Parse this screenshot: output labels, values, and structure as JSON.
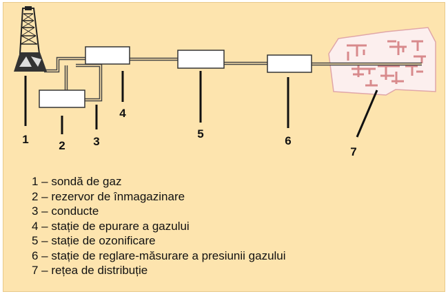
{
  "diagram": {
    "number_labels": [
      "1",
      "2",
      "3",
      "4",
      "5",
      "6",
      "7"
    ],
    "colors": {
      "background": "#fde4ae",
      "pipe": "#444444",
      "box_fill": "#ffffff",
      "network_fill": "#fcefee",
      "network_border": "#e0a6a8",
      "network_lines": "#d88a8c"
    }
  },
  "legend": {
    "items": [
      "1 – sondă de gaz",
      "2 – rezervor de înmagazinare",
      "3 – conducte",
      "4 – stație de epurare a gazului",
      "5 – stație de ozonificare",
      "6 – stație de reglare-măsurare a presiunii gazului",
      "7 – rețea de distribuție"
    ]
  }
}
